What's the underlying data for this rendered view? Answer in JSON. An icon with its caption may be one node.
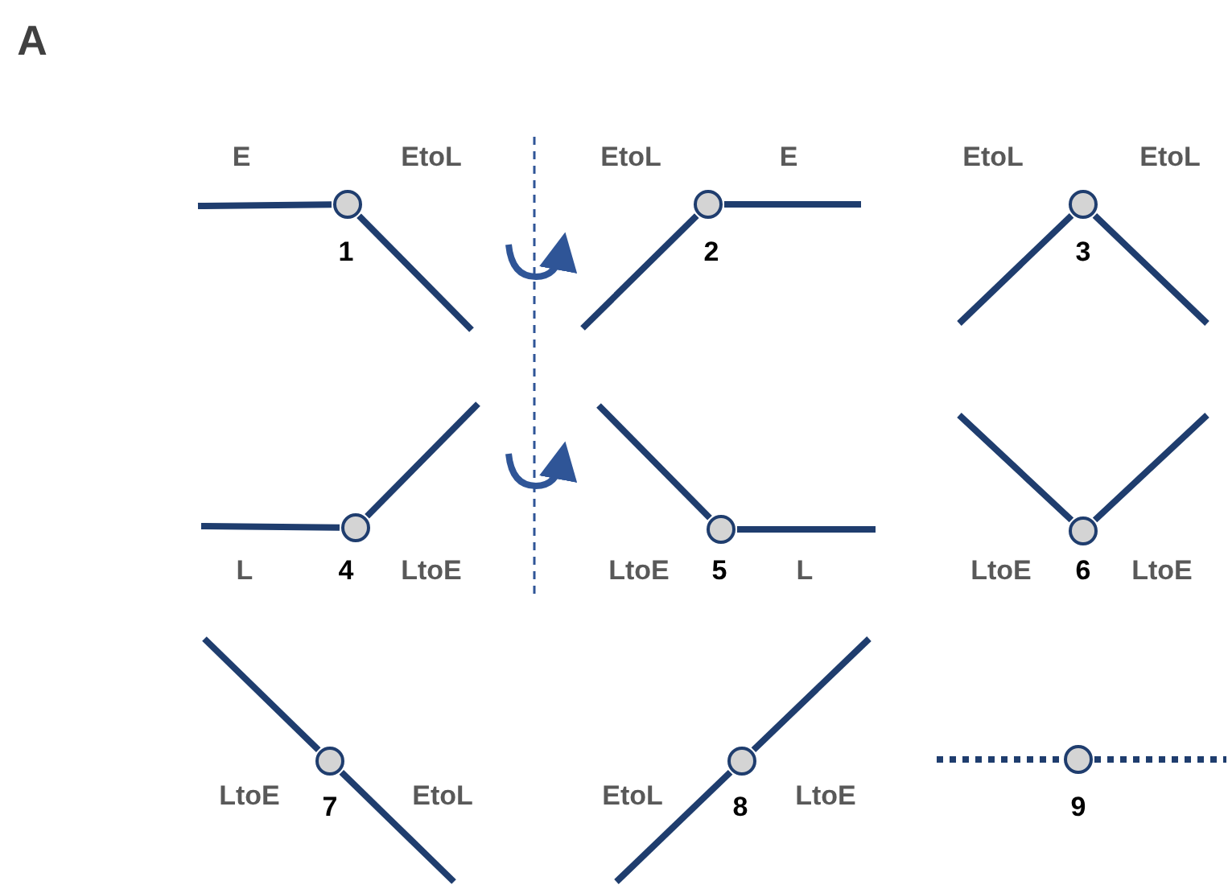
{
  "diagram": {
    "nodes": [
      {
        "text": [],
        "shape": "circle",
        "beside": [
          "1"
        ]
      },
      {
        "text": [],
        "shape": "circle",
        "beside": [
          "2"
        ]
      },
      {
        "text": [],
        "shape": "circle",
        "beside": [
          "3"
        ]
      },
      {
        "text": [],
        "shape": "circle",
        "beside": [
          "4"
        ]
      },
      {
        "text": [],
        "shape": "circle",
        "beside": [
          "5"
        ]
      },
      {
        "text": [],
        "shape": "circle",
        "beside": [
          "6"
        ]
      },
      {
        "text": [],
        "shape": "circle",
        "beside": [
          "7"
        ]
      },
      {
        "text": [],
        "shape": "circle",
        "beside": [
          "8"
        ]
      },
      {
        "text": [],
        "shape": "circle",
        "beside": [
          "9"
        ]
      }
    ],
    "edges": [
      {
        "from": null,
        "to": 0,
        "arrow": "none"
      },
      {
        "from": 0,
        "to": null,
        "arrow": "none"
      },
      {
        "from": null,
        "to": 1,
        "arrow": "none"
      },
      {
        "from": 1,
        "to": null,
        "arrow": "none"
      },
      {
        "from": null,
        "to": 2,
        "arrow": "none"
      },
      {
        "from": 2,
        "to": null,
        "arrow": "none"
      },
      {
        "from": null,
        "to": 3,
        "arrow": "none"
      },
      {
        "from": 3,
        "to": null,
        "arrow": "none"
      },
      {
        "from": null,
        "to": 4,
        "arrow": "none"
      },
      {
        "from": 4,
        "to": null,
        "arrow": "none"
      },
      {
        "from": null,
        "to": 5,
        "arrow": "none"
      },
      {
        "from": 5,
        "to": null,
        "arrow": "none"
      },
      {
        "from": null,
        "to": 6,
        "arrow": "none"
      },
      {
        "from": 6,
        "to": null,
        "arrow": "none"
      },
      {
        "from": null,
        "to": 7,
        "arrow": "none"
      },
      {
        "from": 7,
        "to": null,
        "arrow": "none"
      },
      {
        "from": null,
        "to": 8,
        "arrow": "none",
        "style": "dashed"
      },
      {
        "from": 8,
        "to": null,
        "arrow": "none",
        "style": "dashed"
      }
    ],
    "labels": [
      "A",
      "E",
      "EtoL",
      "EtoL",
      "E",
      "EtoL",
      "EtoL",
      "L",
      "LtoE",
      "LtoE",
      "L",
      "LtoE",
      "LtoE",
      "LtoE",
      "EtoL",
      "EtoL",
      "LtoE"
    ]
  }
}
